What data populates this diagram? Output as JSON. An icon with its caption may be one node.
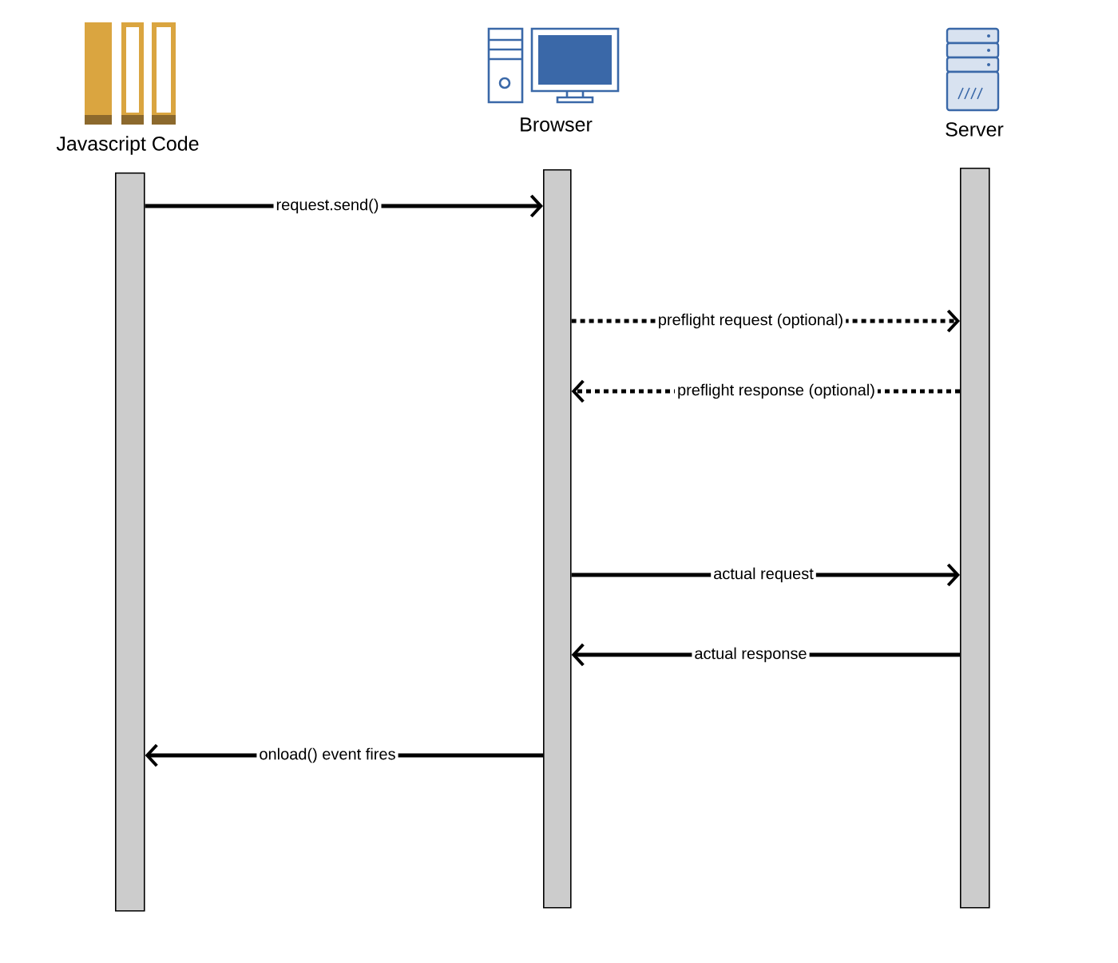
{
  "diagram": {
    "nodes": [
      {
        "text": [
          "Javascript Code"
        ]
      },
      {
        "text": [
          "Browser"
        ]
      },
      {
        "text": [
          "Server"
        ]
      }
    ],
    "edges": [
      {
        "from": 0,
        "to": 1,
        "arrow": "to",
        "label": "request.send()"
      },
      {
        "from": 1,
        "to": 2,
        "arrow": "to",
        "label": "preflight request (optional)",
        "style": "dashed"
      },
      {
        "from": 2,
        "to": 1,
        "arrow": "to",
        "label": "preflight response (optional)",
        "style": "dashed"
      },
      {
        "from": 1,
        "to": 2,
        "arrow": "to",
        "label": "actual request"
      },
      {
        "from": 2,
        "to": 1,
        "arrow": "to",
        "label": "actual response"
      },
      {
        "from": 1,
        "to": 0,
        "arrow": "to",
        "label": "onload() event fires"
      }
    ]
  }
}
